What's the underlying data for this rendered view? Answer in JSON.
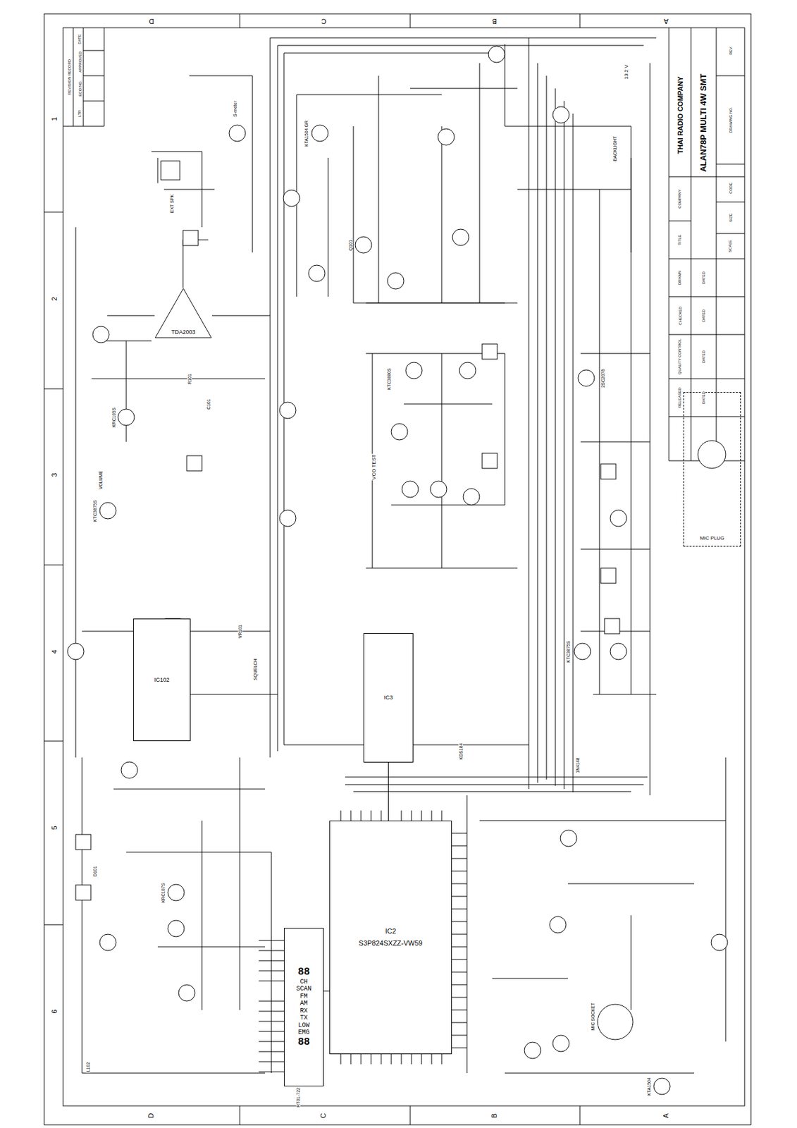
{
  "diagram": {
    "nodes": [
      {
        "text": [
          "IC2",
          "S3P824SXZZ-VW59"
        ]
      },
      {
        "text": [
          "88",
          "CH",
          "SCAN",
          "FM",
          "AM",
          "RX",
          "TX",
          "LOW",
          "EMG",
          "88"
        ]
      },
      {
        "text": [
          "IC3"
        ]
      },
      {
        "text": [
          "IC102"
        ]
      },
      {
        "text": [
          "TDA2003"
        ]
      },
      {
        "text": [
          "MIC PLUG"
        ]
      }
    ],
    "edges": [
      {
        "from": 1,
        "to": 0,
        "arrow": "none"
      },
      {
        "from": 2,
        "to": 0,
        "arrow": "none"
      }
    ],
    "labels": [
      "REVISION RECORD",
      "LTR",
      "ECO NO.",
      "APPROVED",
      "DATE",
      "THAI RADIO COMPANY",
      "ALAN78P MULTI 4W SMT",
      "REV.",
      "DRAWING NO.",
      "CODE",
      "SIZE",
      "COMPANY",
      "TITLE",
      "SCALE",
      "DRAWN",
      "DATED",
      "CHECKED",
      "DATED",
      "QUALITY CONTROL",
      "DATED",
      "RELEASED",
      "DATED",
      "D",
      "C",
      "B",
      "A",
      "D",
      "C",
      "B",
      "A",
      "1",
      "2",
      "3",
      "4",
      "5",
      "6",
      "EXT SPK",
      "S-meter",
      "13.2 V",
      "BACKLIGHT",
      "VCO TEST",
      "VOLUME",
      "SQUELCH",
      "MIC SOCKET",
      "RT01-722",
      "KTC3875S",
      "KRC105S",
      "KTA1504 GR",
      "KTC3880S",
      "2SC2078",
      "1N4148",
      "KDS184",
      "KTC3875S",
      "KRC107S",
      "KTA1504",
      "R101",
      "C101",
      "VR101",
      "L102",
      "D101",
      "Q101"
    ]
  }
}
